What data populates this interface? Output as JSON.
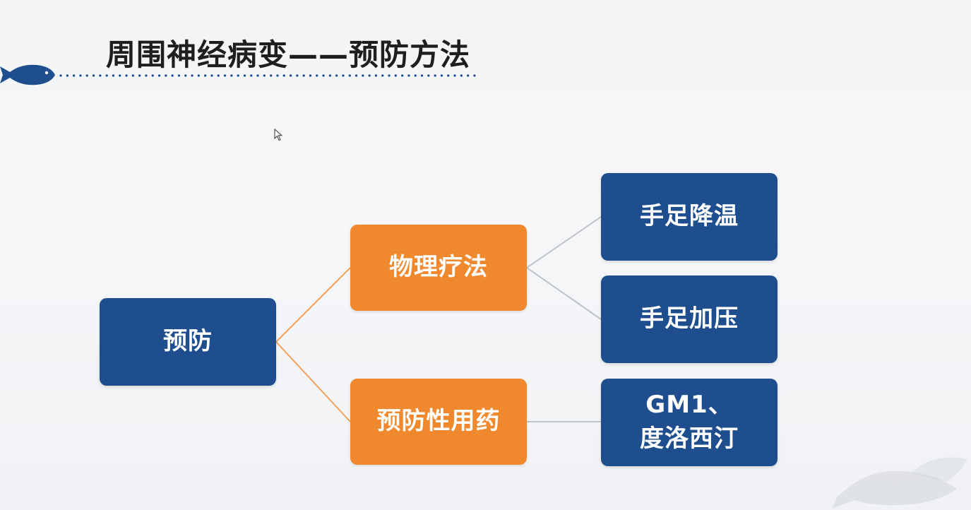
{
  "title": "周围神经病变——预防方法",
  "icons": {
    "header_icon": "fish-icon",
    "cursor": "mouse-pointer-icon",
    "watermark": "fish-watermark-icon"
  },
  "colors": {
    "primary_blue": "#1f4e8f",
    "accent_orange": "#f0892d",
    "connector_orange": "#f2a15c",
    "connector_gray": "#bfc4cc",
    "dot_blue": "#1f4e8f"
  },
  "diagram": {
    "root": "预防",
    "branches": [
      {
        "label": "物理疗法",
        "children": [
          "手足降温",
          "手足加压"
        ]
      },
      {
        "label": "预防性用药",
        "children": [
          [
            "GM1、",
            "度洛西汀"
          ]
        ]
      }
    ]
  }
}
